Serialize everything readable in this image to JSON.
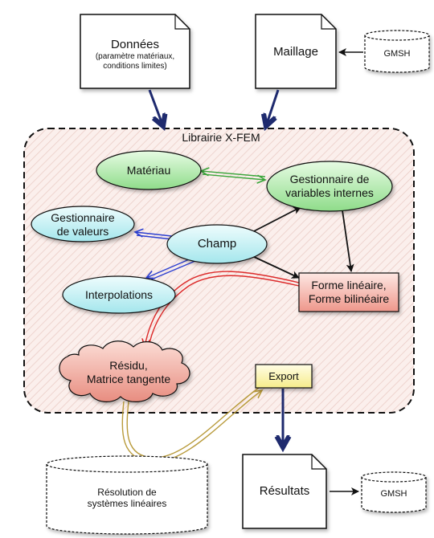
{
  "nodes": {
    "donnees": {
      "title": "Données",
      "subtitle_1": "(paramètre matériaux,",
      "subtitle_2": "conditions limites)"
    },
    "maillage": {
      "label": "Maillage"
    },
    "gmsh_top": {
      "label": "GMSH"
    },
    "librairie": {
      "label": "Librairie X-FEM"
    },
    "materiau": {
      "label": "Matériau"
    },
    "gestionnaire_variables": {
      "line_1": "Gestionnaire de",
      "line_2": "variables internes"
    },
    "gestionnaire_valeurs": {
      "line_1": "Gestionnaire",
      "line_2": "de valeurs"
    },
    "champ": {
      "label": "Champ"
    },
    "interpolations": {
      "label": "Interpolations"
    },
    "forme": {
      "line_1": "Forme linéaire,",
      "line_2": "Forme bilinéaire"
    },
    "residu": {
      "line_1": "Résidu,",
      "line_2": "Matrice tangente"
    },
    "export": {
      "label": "Export"
    },
    "resolution": {
      "line_1": "Résolution de",
      "line_2": "systèmes linéaires"
    },
    "resultats": {
      "label": "Résultats"
    },
    "gmsh_bottom": {
      "label": "GMSH"
    }
  },
  "colors": {
    "materiau": "#9ee69a",
    "gestionnaire_variables": "#9ee69a",
    "gestionnaire_valeurs": "#b4ecf0",
    "champ": "#b4ecf0",
    "interpolations": "#b4ecf0",
    "forme": "#f2a79d",
    "residu": "#f2a79d",
    "export": "#fbf6a6",
    "library_fill": "#fbefec",
    "hatch": "#e9c9c2",
    "navy_arrow": "#1e2a6e",
    "green_arrow": "#3aa53a",
    "blue_arrow": "#2c3fd0",
    "red_arrow": "#dc2a2a",
    "gold_arrow": "#b89a3a"
  }
}
